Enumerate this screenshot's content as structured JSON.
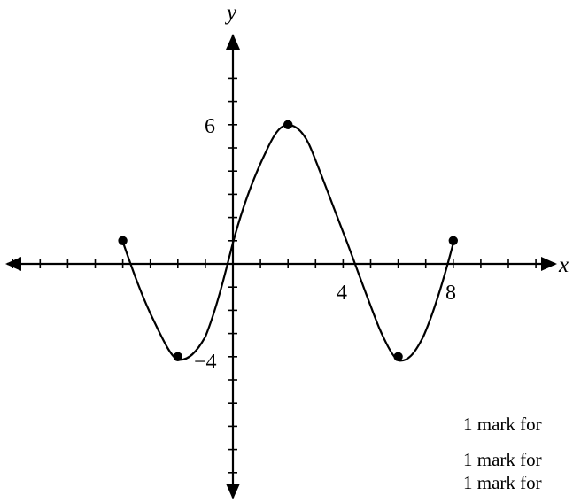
{
  "graph": {
    "x_axis_label": "x",
    "y_axis_label": "y",
    "x_tick_labels": [
      "4",
      "8"
    ],
    "y_tick_labels": [
      "6",
      "−4"
    ],
    "curve_color": "#000000",
    "key_points": [
      {
        "x": -4,
        "y": 1
      },
      {
        "x": -2,
        "y": -4
      },
      {
        "x": 2,
        "y": 6
      },
      {
        "x": 6,
        "y": -4
      },
      {
        "x": 8,
        "y": 1
      }
    ],
    "x_intercepts": [
      -3.5,
      -0.2,
      4.3,
      7.7
    ],
    "y_intercept": 1
  },
  "notes": [
    "1 mark for",
    "1 mark for",
    "1 mark for"
  ]
}
